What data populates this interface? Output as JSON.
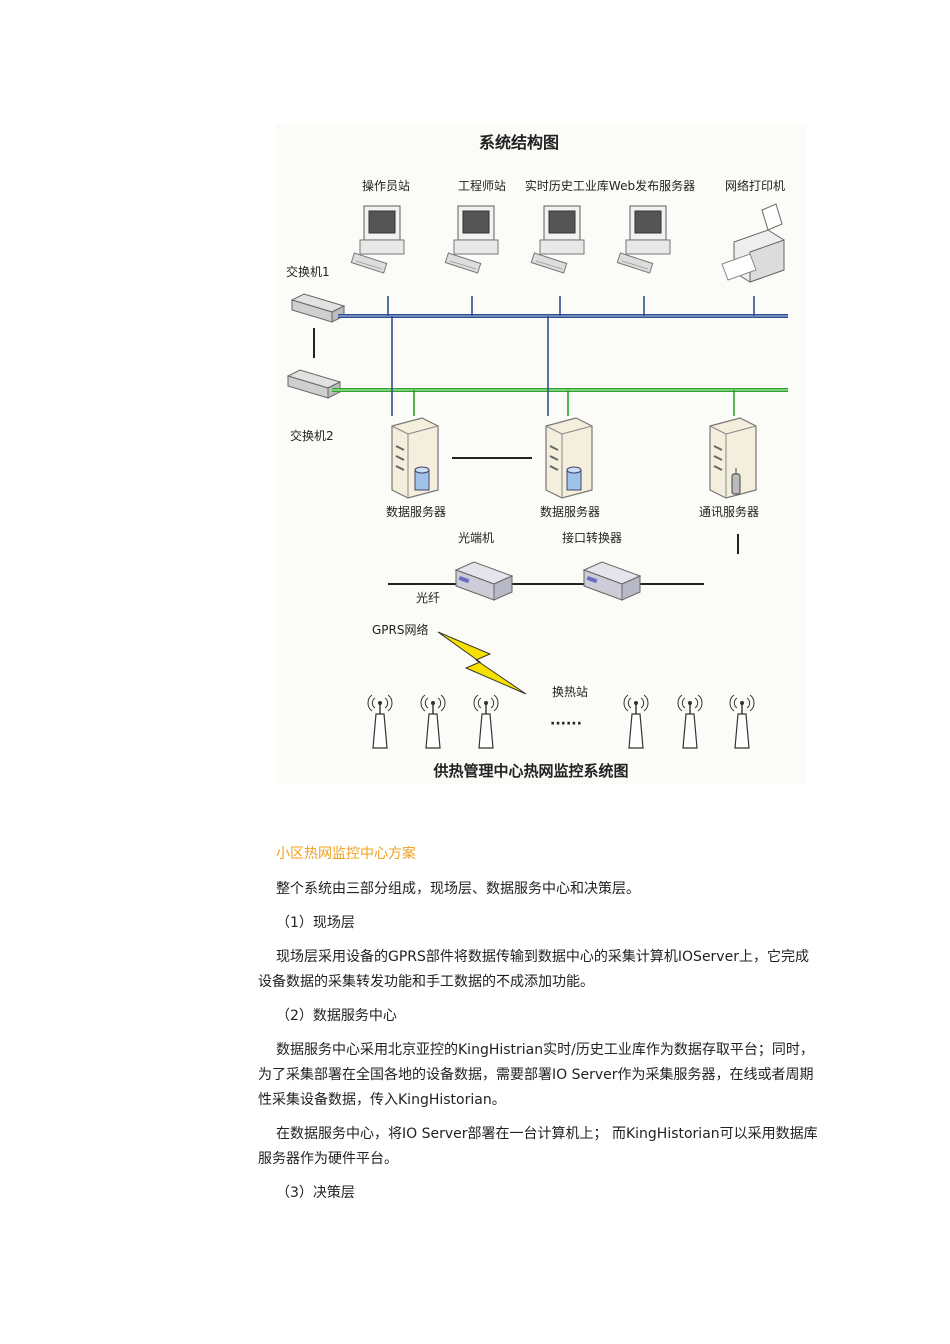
{
  "diagram": {
    "title": "系统结构图",
    "bottom_title": "供热管理中心热网监控系统图",
    "nodes": {
      "operator": "操作员站",
      "engineer": "工程师站",
      "historian_web": "实时历史工业库Web发布服务器",
      "printer": "网络打印机",
      "switch1": "交换机1",
      "switch2": "交换机2",
      "data_server_1": "数据服务器",
      "data_server_2": "数据服务器",
      "comm_server": "通讯服务器",
      "optical_terminal": "光端机",
      "interface_converter": "接口转换器",
      "fiber": "光纤",
      "gprs": "GPRS网络",
      "station": "换热站",
      "ellipsis": "······"
    },
    "colors": {
      "network_blue": "#2f4f8f",
      "network_green": "#2aa52a",
      "bolt": "#f5e000"
    }
  },
  "text": {
    "heading": "小区热网监控中心方案",
    "p1": "整个系统由三部分组成，现场层、数据服务中心和决策层。",
    "s1": "（1）现场层",
    "p2": "现场层采用设备的GPRS部件将数据传输到数据中心的采集计算机IOServer上，它完成设备数据的采集转发功能和手工数据的不成添加功能。",
    "s2": "（2）数据服务中心",
    "p3": "数据服务中心采用北京亚控的KingHistrian实时/历史工业库作为数据存取平台；同时，为了采集部署在全国各地的设备数据，需要部署IO Server作为采集服务器，在线或者周期性采集设备数据，传入KingHistorian。",
    "p4": "在数据服务中心，将IO Server部署在一台计算机上； 而KingHistorian可以采用数据库服务器作为硬件平台。",
    "s3": "（3）决策层"
  }
}
